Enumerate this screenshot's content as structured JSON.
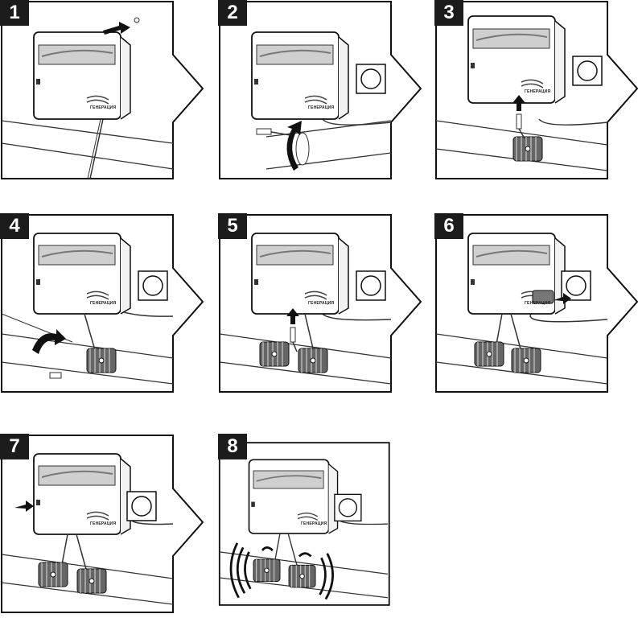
{
  "steps": [
    {
      "number": "1",
      "brand": "ГЕНЕРАЦИЯ",
      "arrow": "push-right",
      "socket": false,
      "couplings": 0,
      "cables": 0,
      "power_cord": false,
      "plug": false
    },
    {
      "number": "2",
      "brand": "ГЕНЕРАЦИЯ",
      "arrow": "wrap-around",
      "socket": true,
      "couplings": 0,
      "cables": 0,
      "power_cord": true,
      "plug": false
    },
    {
      "number": "3",
      "brand": "ГЕНЕРАЦИЯ",
      "arrow": "up",
      "socket": true,
      "couplings": 1,
      "cables": 1,
      "power_cord": true,
      "plug": false
    },
    {
      "number": "4",
      "brand": "ГЕНЕРАЦИЯ",
      "arrow": "wrap-down",
      "socket": true,
      "couplings": 1,
      "cables": 1,
      "power_cord": true,
      "plug": false
    },
    {
      "number": "5",
      "brand": "ГЕНЕРАЦИЯ",
      "arrow": "up",
      "socket": true,
      "couplings": 2,
      "cables": 2,
      "power_cord": true,
      "plug": false
    },
    {
      "number": "6",
      "brand": "ГЕНЕРАЦИЯ",
      "arrow": "plug-in",
      "socket": true,
      "couplings": 2,
      "cables": 2,
      "power_cord": true,
      "plug": true
    },
    {
      "number": "7",
      "brand": "ГЕНЕРАЦИЯ",
      "arrow": "press-button",
      "socket": true,
      "couplings": 2,
      "cables": 2,
      "power_cord": true,
      "plug": true
    },
    {
      "number": "8",
      "brand": "ГЕНЕРАЦИЯ",
      "arrow": "vibration",
      "socket": true,
      "couplings": 2,
      "cables": 2,
      "power_cord": true,
      "plug": true
    }
  ]
}
